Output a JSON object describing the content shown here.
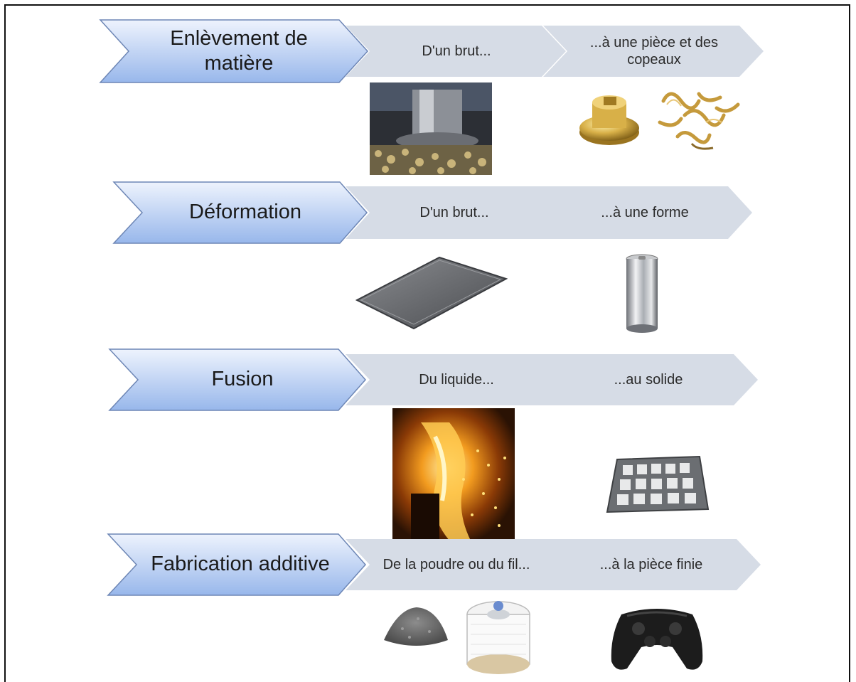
{
  "colors": {
    "main_top": "#eef3fd",
    "main_bottom": "#98b7eb",
    "main_stroke": "#6d86b5",
    "sub_fill": "#d6dce6"
  },
  "rows": [
    {
      "process": "Enlèvement de matière",
      "from": "D'un brut...",
      "to": "...à une pièce et des copeaux",
      "from_images": [
        "milling-cutter-photo"
      ],
      "to_images": [
        "brass-part-photo",
        "brass-chips-photo"
      ]
    },
    {
      "process": "Déformation",
      "from": "D'un brut...",
      "to": "...à une forme",
      "from_images": [
        "metal-sheet-photo"
      ],
      "to_images": [
        "aluminium-can-photo"
      ]
    },
    {
      "process": "Fusion",
      "from": "Du liquide...",
      "to": "...au solide",
      "from_images": [
        "molten-metal-pouring-photo"
      ],
      "to_images": [
        "cast-iron-grate-photo"
      ]
    },
    {
      "process": "Fabrication additive",
      "from": "De la poudre ou du fil...",
      "to": "...à la pièce finie",
      "from_images": [
        "metal-powder-photo",
        "filament-spool-photo"
      ],
      "to_images": [
        "printed-gamepad-photo"
      ]
    }
  ]
}
